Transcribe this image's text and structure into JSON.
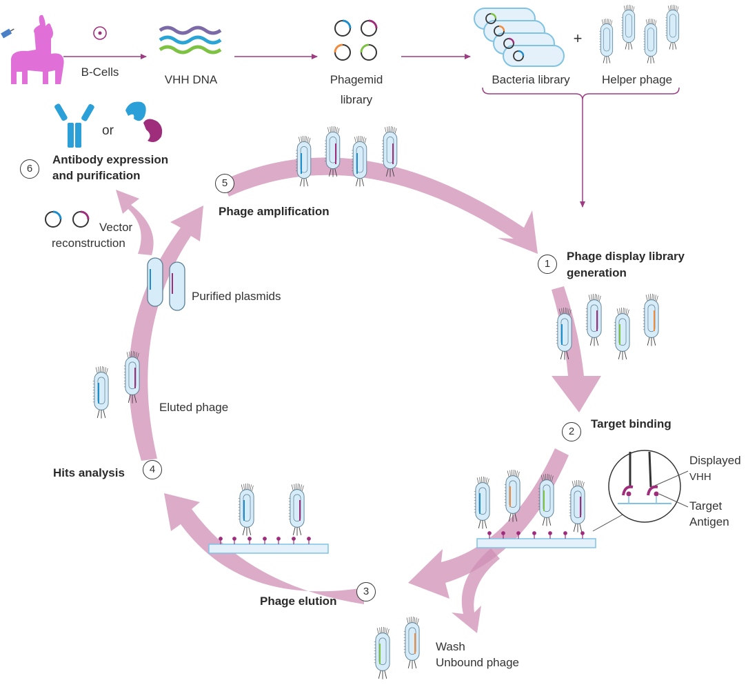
{
  "colors": {
    "cycle_arrow": "#cf8fb6",
    "flow_line": "#9c3d82",
    "phage_fill": "#d6ecf8",
    "phage_stroke": "#5b7e95",
    "blue": "#1d8ccd",
    "purple": "#9e2d7b",
    "orange": "#f08a3c",
    "green": "#7dc242",
    "llama": "#e070d8"
  },
  "icons": [
    "llama-icon",
    "b-cell-icon",
    "dna-icon",
    "phagemid-icon",
    "bacteria-icon",
    "helper-phage-icon",
    "antibody-icon",
    "vhh-icon",
    "vector-icon",
    "plasmid-icon",
    "phage-icon",
    "antigen-plate-icon",
    "zoom-inset-icon"
  ],
  "labels": {
    "b_cells": "B-Cells",
    "vhh_dna": "VHH DNA",
    "phagemid_line1": "Phagemid",
    "phagemid_line2": "library",
    "bacteria_library": "Bacteria library",
    "plus": "+",
    "helper_phage": "Helper phage",
    "or": "or",
    "vector_line1": "Vector",
    "vector_line2": "reconstruction",
    "purified_plasmids": "Purified plasmids",
    "eluted_phage": "Eluted phage",
    "displayed_line1": "Displayed",
    "displayed_line2": "VHH",
    "target_line1": "Target",
    "target_line2": "Antigen",
    "wash_line1": "Wash",
    "wash_line2": "Unbound phage"
  },
  "steps": [
    {
      "num": "1",
      "line1": "Phage display library",
      "line2": "generation"
    },
    {
      "num": "2",
      "line1": "Target binding",
      "line2": ""
    },
    {
      "num": "3",
      "line1": "Phage elution",
      "line2": ""
    },
    {
      "num": "4",
      "line1": "Hits analysis",
      "line2": ""
    },
    {
      "num": "5",
      "line1": "Phage amplification",
      "line2": ""
    },
    {
      "num": "6",
      "line1": "Antibody expression",
      "line2": "and purification"
    }
  ]
}
